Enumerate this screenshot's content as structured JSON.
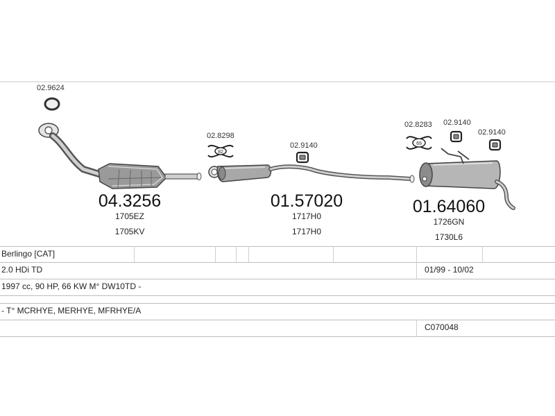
{
  "diagram": {
    "accessory_codes": {
      "gasket_a": "02.9624",
      "clamp_a": "02.8298",
      "hanger_a": "02.9140",
      "clamp_b": "02.8283",
      "clamp_b_badge": "69",
      "hanger_b": "02.9140",
      "hanger_c": "02.9140"
    },
    "sections": [
      {
        "code": "04.3256",
        "refs": [
          "1705EZ",
          "1705KV"
        ]
      },
      {
        "code": "01.57020",
        "refs": [
          "1717H0",
          "1717H0"
        ]
      },
      {
        "code": "01.64060",
        "refs": [
          "1726GN",
          "1730L6"
        ]
      }
    ]
  },
  "table": {
    "model": "Berlingo  [CAT]",
    "engine": "2.0 HDi TD",
    "years": "01/99 - 10/02",
    "specs": "1997 cc, 90 HP, 66 KW M° DW10TD -",
    "types": "- T° MCRHYE, MERHYE, MFRHYE/A",
    "catalog_code": "C070048"
  },
  "colors": {
    "line": "#555555",
    "fill_dark": "#888888",
    "fill_mid": "#bbbbbb",
    "fill_light": "#dddddd"
  }
}
